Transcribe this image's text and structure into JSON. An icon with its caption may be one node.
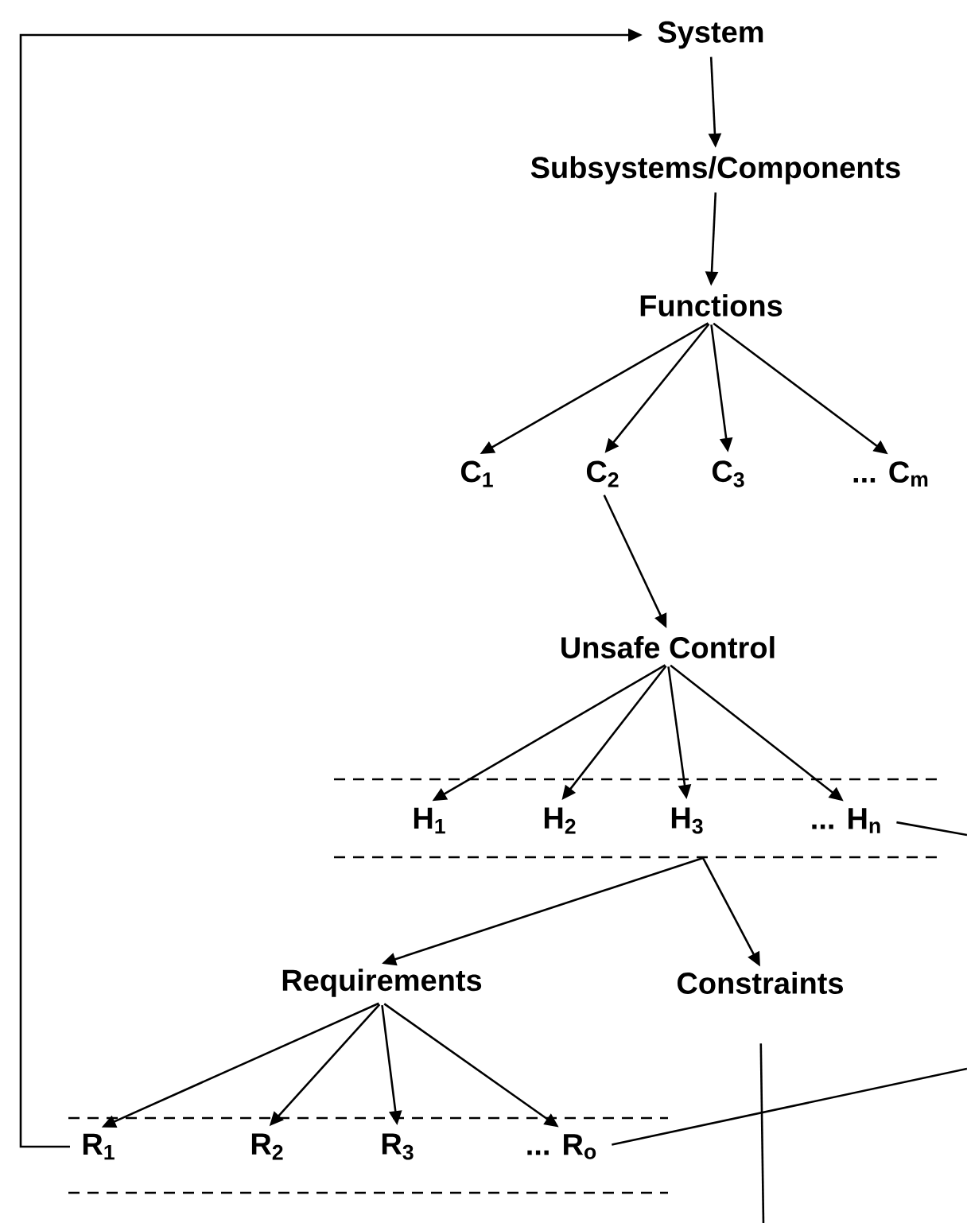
{
  "diagram": {
    "nodes": [
      {
        "text": [
          "System"
        ]
      },
      {
        "text": [
          "Subsystems/Components"
        ]
      },
      {
        "text": [
          "Functions"
        ]
      },
      {
        "text": [
          "C$_{1}$"
        ]
      },
      {
        "text": [
          "C$_{2}$"
        ]
      },
      {
        "text": [
          "C$_{3}$"
        ]
      },
      {
        "text": [
          "... C$_{m}$"
        ]
      },
      {
        "text": [
          "Unsafe Control"
        ]
      },
      {
        "text": [
          "H$_{1}$"
        ]
      },
      {
        "text": [
          "H$_{2}$"
        ]
      },
      {
        "text": [
          "H$_{3}$"
        ]
      },
      {
        "text": [
          "... H$_{n}$"
        ]
      },
      {
        "text": [
          "Requirements"
        ]
      },
      {
        "text": [
          "Constraints"
        ]
      },
      {
        "text": [
          "R$_{1}$"
        ]
      },
      {
        "text": [
          "R$_{2}$"
        ]
      },
      {
        "text": [
          "R$_{3}$"
        ]
      },
      {
        "text": [
          "... R$_{o}$"
        ]
      }
    ],
    "edges": [
      {
        "from": 0,
        "to": 1,
        "arrow": "to"
      },
      {
        "from": 1,
        "to": 2,
        "arrow": "to"
      },
      {
        "from": 2,
        "to": 3,
        "arrow": "to"
      },
      {
        "from": 2,
        "to": 4,
        "arrow": "to"
      },
      {
        "from": 2,
        "to": 5,
        "arrow": "to"
      },
      {
        "from": 2,
        "to": 6,
        "arrow": "to"
      },
      {
        "from": 4,
        "to": 7,
        "arrow": "to"
      },
      {
        "from": 7,
        "to": 8,
        "arrow": "to"
      },
      {
        "from": 7,
        "to": 9,
        "arrow": "to"
      },
      {
        "from": 7,
        "to": 10,
        "arrow": "to"
      },
      {
        "from": 7,
        "to": 11,
        "arrow": "to"
      },
      {
        "from": 10,
        "to": 12,
        "arrow": "to"
      },
      {
        "from": 10,
        "to": 13,
        "arrow": "to"
      },
      {
        "from": 12,
        "to": 14,
        "arrow": "to"
      },
      {
        "from": 12,
        "to": 15,
        "arrow": "to"
      },
      {
        "from": 12,
        "to": 16,
        "arrow": "to"
      },
      {
        "from": 12,
        "to": 17,
        "arrow": "to"
      },
      {
        "from": 14,
        "to": 0,
        "arrow": "to"
      },
      {
        "from": 11,
        "to": null,
        "arrow": "none"
      },
      {
        "from": 17,
        "to": null,
        "arrow": "none"
      },
      {
        "from": 13,
        "to": null,
        "arrow": "none"
      }
    ]
  }
}
